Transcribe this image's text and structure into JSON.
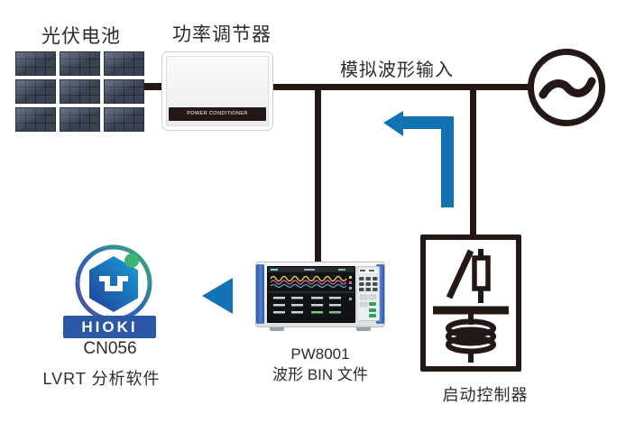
{
  "diagram": {
    "pv_label": "光伏电池",
    "conditioner_label": "功率调节器",
    "conditioner_band": "POWER CONDITIONER",
    "analog_input_label": "模拟波形输入",
    "controller_label": "启动控制器",
    "instrument_model": "PW8001",
    "instrument_output": "波形 BIN 文件",
    "software_brand": "HIOKI",
    "software_model": "CN056",
    "software_name": "LVRT 分析软件"
  },
  "icons": {
    "ac_source": "sine-wave-in-circle",
    "start_controller_symbol": "switch-fuse-and-coil",
    "flow_arrow_l": "blue-elbow-arrow-left",
    "flow_arrow_triangle": "blue-triangle-left"
  },
  "colors": {
    "wire": "#231815",
    "accent_blue": "#1272b4",
    "hioki_blue": "#2b57a7",
    "logo_green": "#3db271",
    "text": "#2d2c2a"
  }
}
